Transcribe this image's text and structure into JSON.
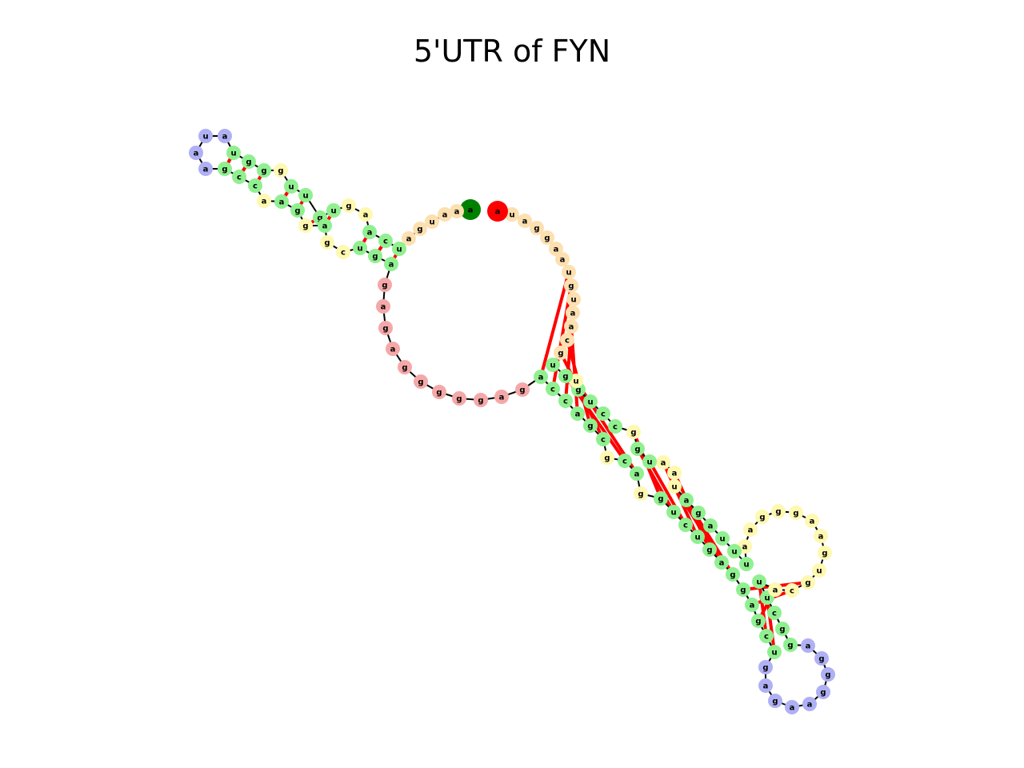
{
  "title": "5'UTR of FYN",
  "colors": {
    "background": "#ffffff",
    "backbone": "#000000",
    "base_pair_bond": "#ff0000",
    "stem": "#90f090",
    "hairpin_loop": "#b0b0f5",
    "interior_loop": "#fff8b0",
    "multi_loop": "#f5a8a8",
    "unpaired_external": "#fde0b0",
    "five_prime_end": "#008000",
    "three_prime_end": "#ff0000"
  },
  "structure": {
    "five_prime_start": {
      "base": "a",
      "role": "five_prime_end"
    },
    "three_prime_end_node": {
      "base": "a",
      "role": "three_prime_end"
    },
    "external_loop_left": [
      "a",
      "a",
      "u",
      "g",
      "a"
    ],
    "external_loop_right": [
      "u",
      "a",
      "g",
      "g",
      "a",
      "a",
      "u",
      "g",
      "u",
      "a",
      "a",
      "c",
      "g"
    ],
    "multi_loop_bases": [
      "g",
      "a",
      "g",
      "a",
      "g",
      "g",
      "g",
      "g",
      "a",
      "g"
    ],
    "hairpin_upper_left": [
      "u",
      "a",
      "a",
      "a"
    ],
    "hairpin_lower_right": [
      "g",
      "a",
      "g",
      "g",
      "a",
      "a",
      "g",
      "g"
    ],
    "large_interior_loop_bases": [
      "a",
      "g",
      "g",
      "g",
      "a",
      "a",
      "g",
      "u",
      "g",
      "c",
      "a"
    ]
  }
}
